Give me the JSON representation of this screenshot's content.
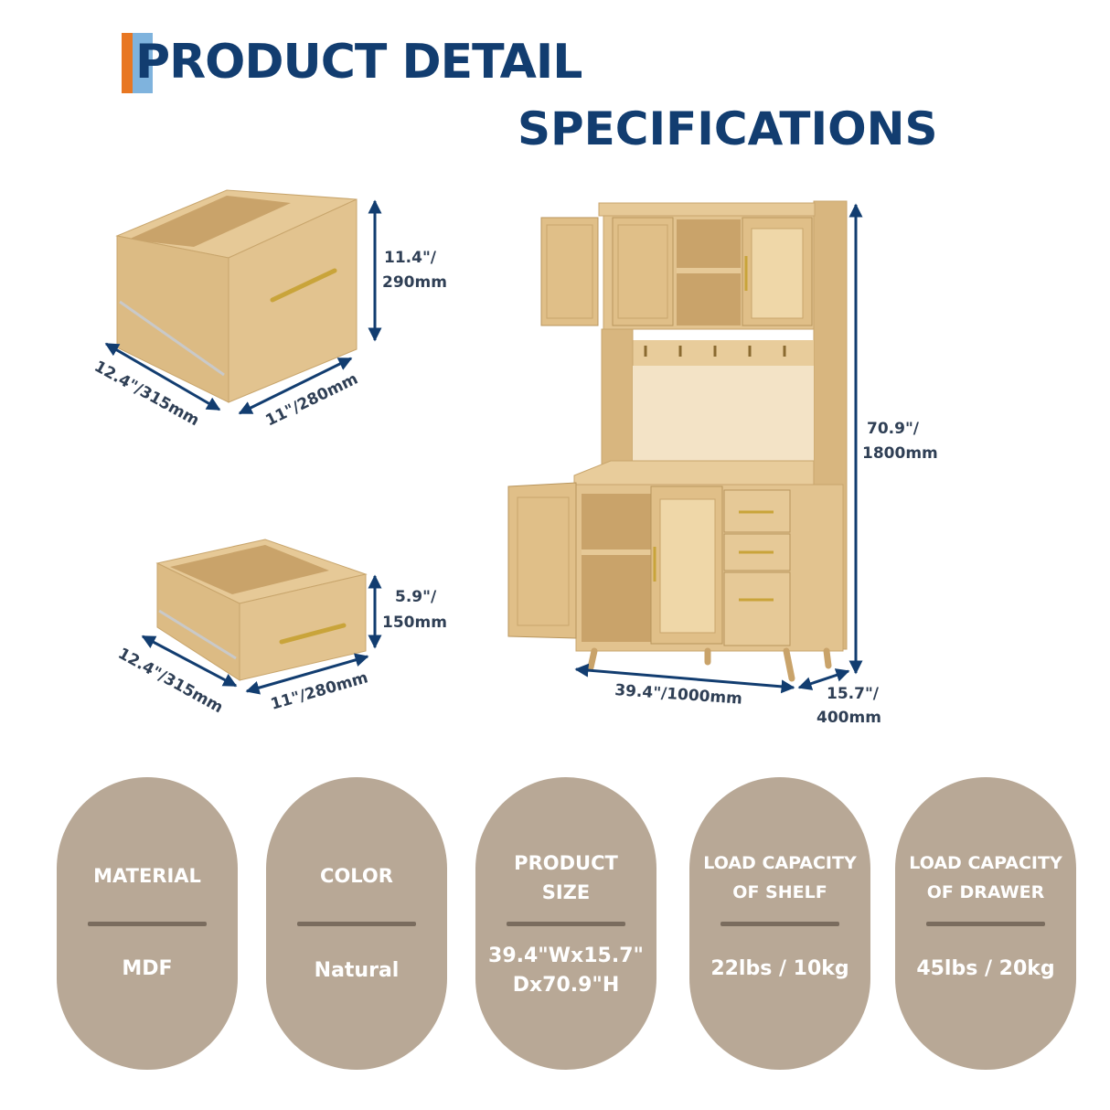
{
  "header": {
    "title": "PRODUCT DETAIL",
    "subtitle": "SPECIFICATIONS"
  },
  "colors": {
    "title_blue": "#123d70",
    "accent_orange": "#e87722",
    "accent_light_blue": "#7fb3dd",
    "pill_fill": "#b8a896",
    "pill_divider": "#7a6c5e",
    "dimension_line": "#123d70",
    "wood": "#ddbd88"
  },
  "dimensions": {
    "large_drawer": {
      "height_in": "11.4\"/",
      "height_mm": "290mm",
      "depth": "12.4\"/315mm",
      "width": "11\"/280mm"
    },
    "small_drawer": {
      "height_in": "5.9\"/",
      "height_mm": "150mm",
      "depth": "12.4\"/315mm",
      "width": "11\"/280mm"
    },
    "cabinet": {
      "height_in": "70.9\"/",
      "height_mm": "1800mm",
      "width": "39.4\"/1000mm",
      "depth_in": "15.7\"/",
      "depth_mm": "400mm"
    }
  },
  "specs": [
    {
      "label_lines": [
        "MATERIAL"
      ],
      "value_lines": [
        "MDF"
      ]
    },
    {
      "label_lines": [
        "COLOR"
      ],
      "value_lines": [
        "Natural"
      ]
    },
    {
      "label_lines": [
        "PRODUCT",
        "SIZE"
      ],
      "value_lines": [
        "39.4\"Wx15.7\"",
        "Dx70.9\"H"
      ]
    },
    {
      "label_lines": [
        "LOAD CAPACITY",
        "OF SHELF"
      ],
      "value_lines": [
        "22lbs / 10kg"
      ]
    },
    {
      "label_lines": [
        "LOAD CAPACITY",
        "OF DRAWER"
      ],
      "value_lines": [
        "45lbs / 20kg"
      ]
    }
  ]
}
